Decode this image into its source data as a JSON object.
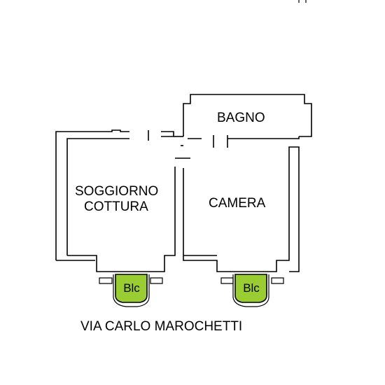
{
  "rooms": {
    "bagno": "BAGNO",
    "soggiorno_line1": "SOGGIORNO",
    "soggiorno_line2": "COTTURA",
    "camera": "CAMERA"
  },
  "balconies": [
    "Blc",
    "Blc"
  ],
  "street": "VIA CARLO MAROCHETTI",
  "colors": {
    "balcony": "#9acd32",
    "walls": "#000000",
    "background": "#ffffff"
  }
}
